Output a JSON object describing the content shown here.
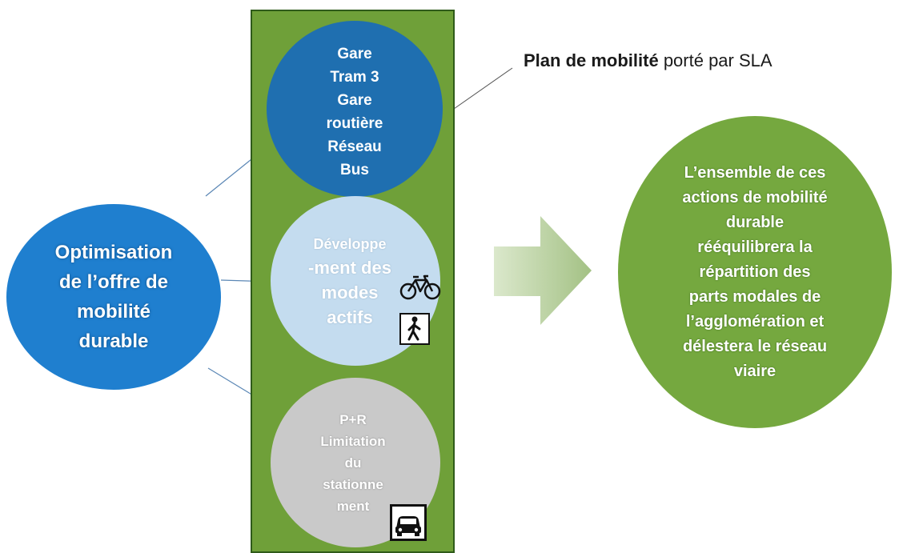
{
  "plan": {
    "title_bold": "Plan de mobilité",
    "title_rest": " porté par SLA"
  },
  "optimisation": {
    "lines": [
      "Optimisation",
      "de l’offre de",
      "mobilité",
      "durable"
    ]
  },
  "transport_circle": {
    "lines": [
      "Gare",
      "Tram 3",
      "Gare",
      "routière",
      "Réseau",
      "Bus"
    ]
  },
  "actifs_circle": {
    "lines": [
      "Développe",
      "-ment des",
      "modes",
      "actifs"
    ]
  },
  "parking_circle": {
    "lines": [
      "P+R",
      "Limitation",
      "du",
      "stationne",
      "ment"
    ]
  },
  "result_circle": {
    "lines": [
      "L’ensemble de ces",
      "actions de mobilité",
      "durable",
      "rééquilibrera la",
      "répartition des",
      "parts modales de",
      "l’agglomération et",
      "délestera le réseau",
      "viaire"
    ]
  },
  "colors": {
    "column_green": "#6fa039",
    "transport_blue": "#1f6fb0",
    "actifs_lightblue": "#c4dcef",
    "parking_grey": "#c9c9c9",
    "optimisation_blue": "#1f7fcf",
    "result_green": "#75a83f",
    "arrow_green": "#b3cc98"
  },
  "icons": [
    "bicycle-icon",
    "pedestrian-icon",
    "car-icon"
  ]
}
